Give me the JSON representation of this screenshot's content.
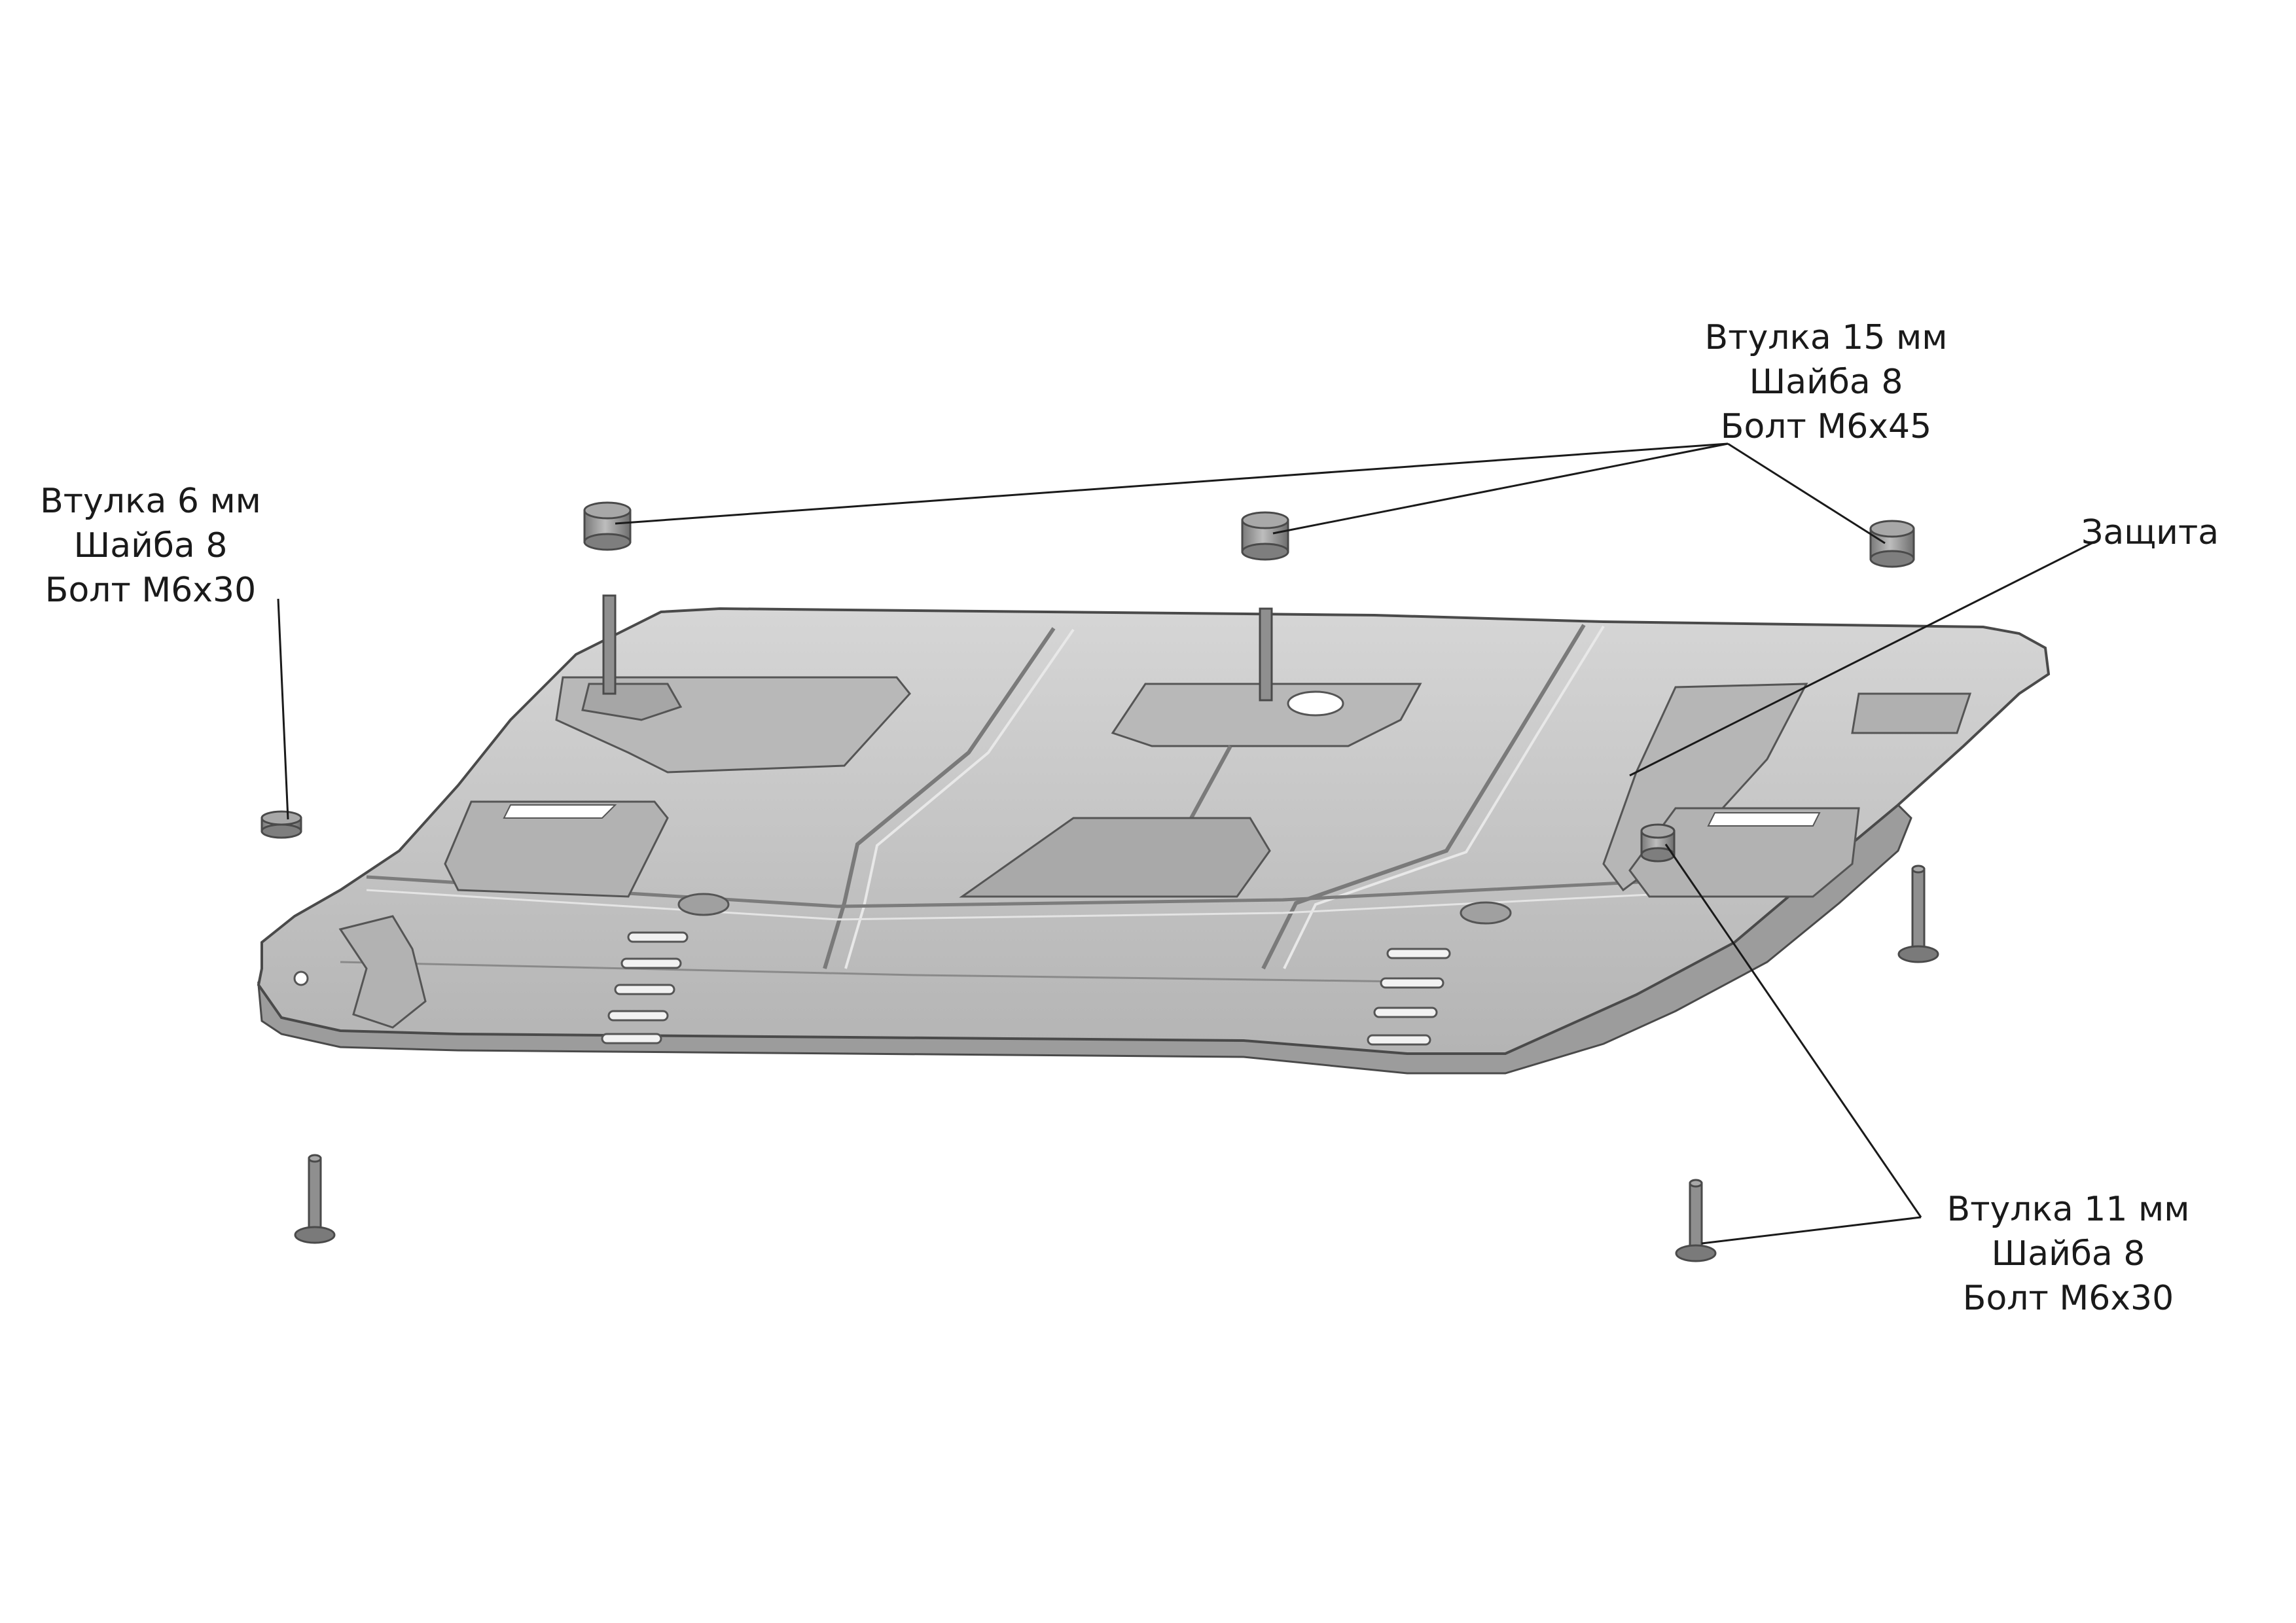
{
  "callouts": {
    "bushing_15": {
      "line1": "Втулка 15 мм",
      "line2": "Шайба 8",
      "line3": "Болт М6х45"
    },
    "bushing_6": {
      "line1": "Втулка 6 мм",
      "line2": "Шайба 8",
      "line3": "Болт М6х30"
    },
    "guard": {
      "line1": "Защита"
    },
    "bushing_11": {
      "line1": "Втулка 11 мм",
      "line2": "Шайба 8",
      "line3": "Болт М6х30"
    }
  },
  "colors": {
    "plate_fill": "#c4c4c4",
    "plate_top": "#d2d2d2",
    "plate_edge": "#5a5a5a",
    "part_fill": "#9a9a9a",
    "leader": "#1a1a1a"
  }
}
